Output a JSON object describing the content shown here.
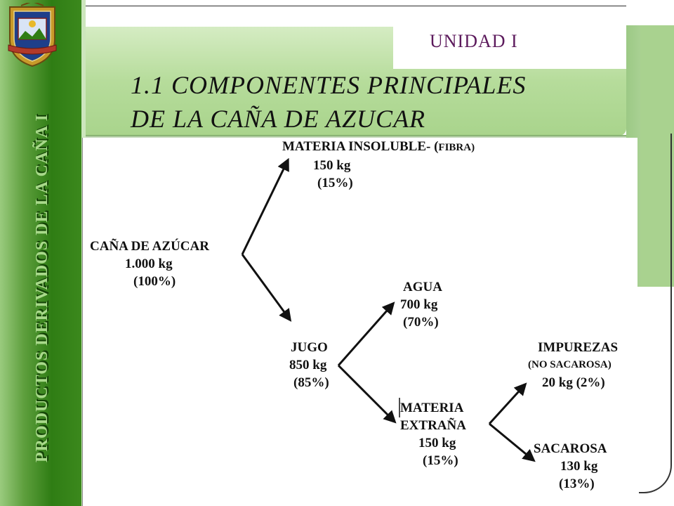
{
  "sidebar": {
    "vertical_title": "PRODUCTOS DERIVADOS DE LA CAÑA I"
  },
  "header": {
    "unit": "UNIDAD I",
    "title_line1": "1.1 COMPONENTES PRINCIPALES",
    "title_line2": "DE LA CAÑA DE AZUCAR"
  },
  "diagram": {
    "cane": {
      "name": "CAÑA DE AZÚCAR",
      "mass": "1.000 kg",
      "pct": "(100%)"
    },
    "insoluble": {
      "name": "MATERIA INSOLUBLE",
      "sep": "- (",
      "paren_suffix": "FIBRA)",
      "mass": "150 kg",
      "pct": "(15%)"
    },
    "juice": {
      "name": "JUGO",
      "mass": "850 kg",
      "pct": "(85%)"
    },
    "water": {
      "name": "AGUA",
      "mass": "700 kg",
      "pct": "(70%)"
    },
    "foreign": {
      "name_line1": "MATERIA",
      "name_line2": "EXTRAÑA",
      "mass": "150 kg",
      "pct": "(15%)"
    },
    "impurities": {
      "name": "IMPUREZAS",
      "note": "(NO SACAROSA)",
      "mass_pct": "20 kg (2%)"
    },
    "sucrose": {
      "name": "SACAROSA",
      "mass": "130 kg",
      "pct": "(13%)"
    }
  },
  "colors": {
    "band_green": "#2f7d14",
    "header_green": "#b6dc9b",
    "unit_purple": "#5c1a5c",
    "vertical_text": "#a8d98a"
  }
}
